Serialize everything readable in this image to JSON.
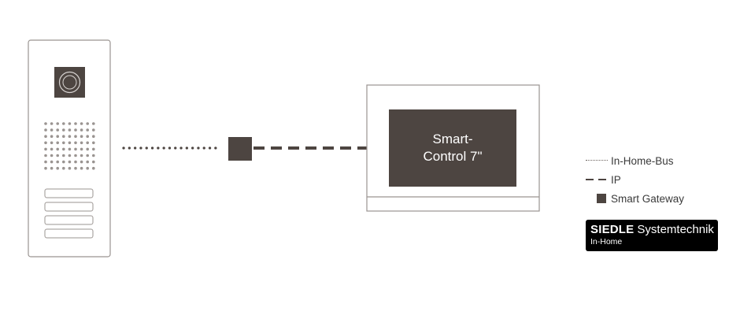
{
  "screen": {
    "line1": "Smart-",
    "line2": "Control 7\""
  },
  "legend": [
    {
      "symbol": "dotted-line",
      "label": "In-Home-Bus"
    },
    {
      "symbol": "dashed-line",
      "label": "IP"
    },
    {
      "symbol": "filled-square",
      "label": "Smart Gateway"
    }
  ],
  "logo": {
    "brand": "SIEDLE",
    "suffix": "Systemtechnik",
    "subline": "In-Home"
  },
  "colors": {
    "device_dark": "#4d4541",
    "outline": "#9a9491",
    "background": "#ffffff",
    "logo_background": "#000000"
  },
  "icons": {
    "door_station": "door-station-icon",
    "camera": "camera-icon",
    "speaker_grille": "speaker-grille-icon",
    "gateway": "smart-gateway-icon",
    "monitor": "monitor-icon"
  }
}
